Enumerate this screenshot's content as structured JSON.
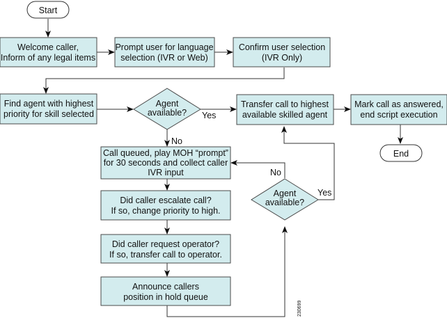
{
  "diagram": {
    "type": "flowchart",
    "figure_id": "230699",
    "colors": {
      "process_fill": "#d3ecee",
      "stroke": "#333333",
      "terminal_fill": "#ffffff"
    },
    "nodes": {
      "start": {
        "kind": "terminal",
        "lines": [
          "Start"
        ]
      },
      "welcome": {
        "kind": "process",
        "lines": [
          "Welcome caller,",
          "Inform of any legal items"
        ]
      },
      "prompt_language": {
        "kind": "process",
        "lines": [
          "Prompt user for language",
          "selection (IVR or Web)"
        ]
      },
      "confirm_selection": {
        "kind": "process",
        "lines": [
          "Confirm user selection",
          "(IVR Only)"
        ]
      },
      "find_agent": {
        "kind": "process",
        "lines": [
          "Find agent with highest",
          "priority for skill selected"
        ]
      },
      "agent_available_1": {
        "kind": "decision",
        "lines": [
          "Agent",
          "available?"
        ]
      },
      "transfer_call": {
        "kind": "process",
        "lines": [
          "Transfer call to highest",
          "available skilled agent"
        ]
      },
      "mark_answered": {
        "kind": "process",
        "lines": [
          "Mark call as answered,",
          "end script execution"
        ]
      },
      "end": {
        "kind": "terminal",
        "lines": [
          "End"
        ]
      },
      "call_queued": {
        "kind": "process",
        "lines": [
          "Call queued, play MOH “prompt”",
          "for 30 seconds and collect caller",
          "IVR input"
        ]
      },
      "escalate": {
        "kind": "process",
        "lines": [
          "Did caller escalate call?",
          "If so, change priority to high."
        ]
      },
      "request_operator": {
        "kind": "process",
        "lines": [
          "Did caller request operator?",
          "If so, transfer call to operator."
        ]
      },
      "announce_position": {
        "kind": "process",
        "lines": [
          "Announce callers",
          "position in hold queue"
        ]
      },
      "agent_available_2": {
        "kind": "decision",
        "lines": [
          "Agent",
          "available?"
        ]
      }
    },
    "edges": [
      {
        "from": "start",
        "to": "welcome",
        "label": ""
      },
      {
        "from": "welcome",
        "to": "prompt_language",
        "label": ""
      },
      {
        "from": "prompt_language",
        "to": "confirm_selection",
        "label": ""
      },
      {
        "from": "confirm_selection",
        "to": "find_agent",
        "label": ""
      },
      {
        "from": "find_agent",
        "to": "agent_available_1",
        "label": ""
      },
      {
        "from": "agent_available_1",
        "to": "transfer_call",
        "label": "Yes"
      },
      {
        "from": "agent_available_1",
        "to": "call_queued",
        "label": "No"
      },
      {
        "from": "transfer_call",
        "to": "mark_answered",
        "label": ""
      },
      {
        "from": "mark_answered",
        "to": "end",
        "label": ""
      },
      {
        "from": "call_queued",
        "to": "escalate",
        "label": ""
      },
      {
        "from": "escalate",
        "to": "request_operator",
        "label": ""
      },
      {
        "from": "request_operator",
        "to": "announce_position",
        "label": ""
      },
      {
        "from": "announce_position",
        "to": "agent_available_2",
        "label": ""
      },
      {
        "from": "agent_available_2",
        "to": "transfer_call",
        "label": "Yes"
      },
      {
        "from": "agent_available_2",
        "to": "call_queued",
        "label": "No"
      }
    ]
  }
}
